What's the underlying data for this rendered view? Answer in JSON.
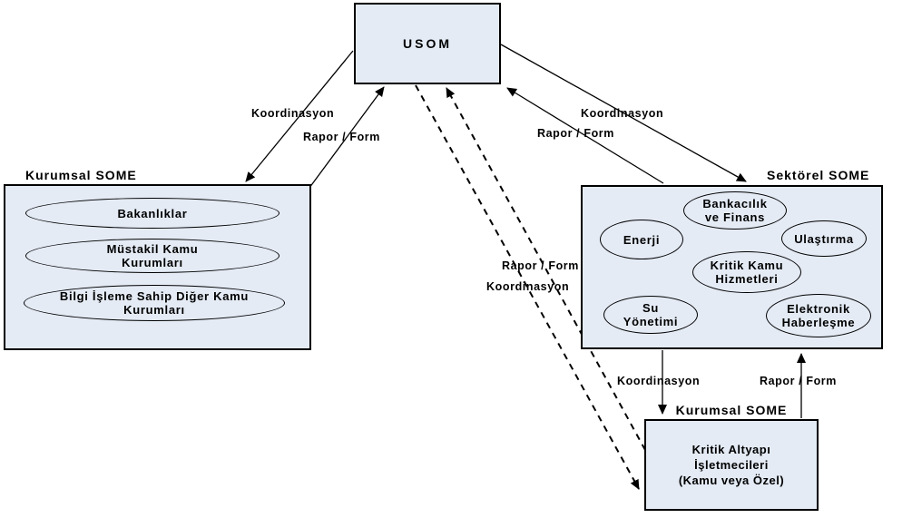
{
  "nodes": {
    "usom": {
      "label": "USOM"
    },
    "left_group": {
      "title": "Kurumsal SOME",
      "items": [
        "Bakanlıklar",
        "Müstakil Kamu\nKurumları",
        "Bilgi İşleme Sahip Diğer Kamu\nKurumları"
      ]
    },
    "sector_group": {
      "title": "Sektörel SOME",
      "sectors": [
        "Bankacılık\nve Finans",
        "Enerji",
        "Ulaştırma",
        "Kritik Kamu\nHizmetleri",
        "Su\nYönetimi",
        "Elektronik\nHaberleşme"
      ]
    },
    "bottom_group": {
      "title": "Kurumsal SOME",
      "label": "Kritik Altyapı\nİşletmecileri\n(Kamu veya Özel)"
    }
  },
  "edge_labels": {
    "left_koordinasyon": "Koordinasyon",
    "left_rapor": "Rapor / Form",
    "right_koordinasyon": "Koordinasyon",
    "right_rapor": "Rapor / Form",
    "mid_rapor": "Rapor / Form",
    "mid_koordinasyon": "Koordinasyon",
    "bottom_koordinasyon": "Koordinasyon",
    "bottom_rapor": "Rapor / Form"
  },
  "colors": {
    "node_fill": "#e4ebf5",
    "node_border": "#000000",
    "background": "#ffffff"
  }
}
